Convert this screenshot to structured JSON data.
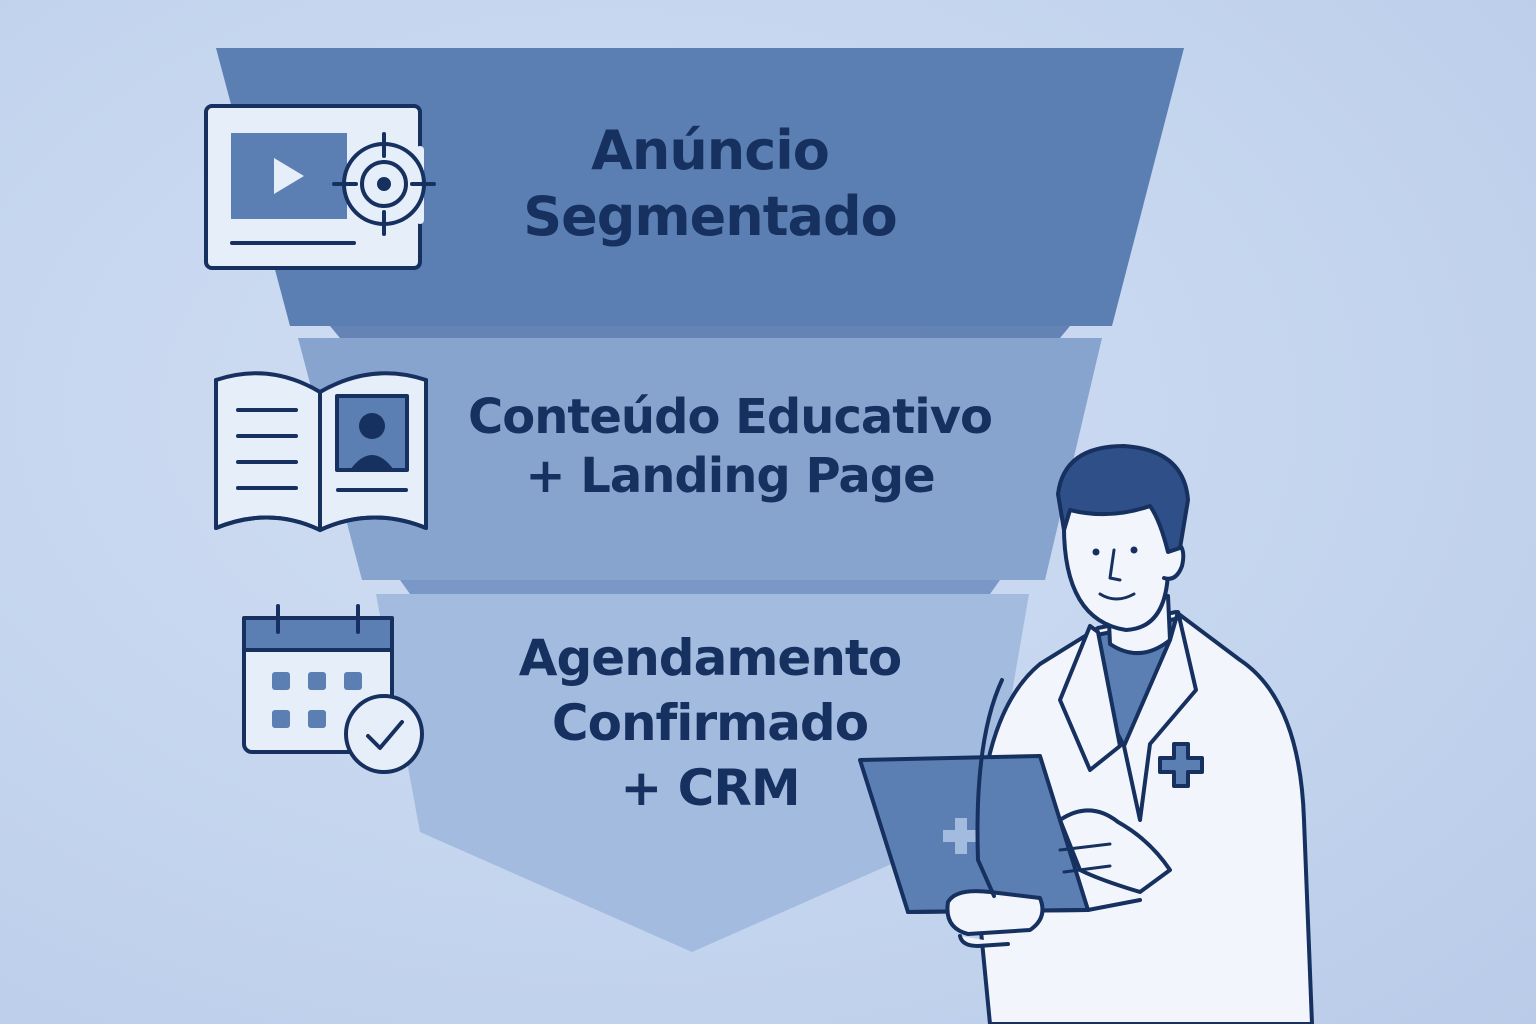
{
  "stages": [
    {
      "line1": "Anúncio",
      "line2": "Segmentado",
      "icon": "video-ad-target-icon"
    },
    {
      "line1": "Conteúdo Educativo",
      "line2": "+ Landing Page",
      "icon": "open-book-icon"
    },
    {
      "line1": "Agendamento",
      "line2": "Confirmado",
      "line3": "+ CRM",
      "icon": "calendar-check-icon"
    }
  ],
  "colors": {
    "background": "#c7d7ef",
    "stage1": "#5b7fb3",
    "stage2": "#87a4cf",
    "stage3": "#a3bbdf",
    "outline": "#16305f",
    "text": "#16305f",
    "coat": "#f2f6fc",
    "accent": "#5b7fb3"
  }
}
